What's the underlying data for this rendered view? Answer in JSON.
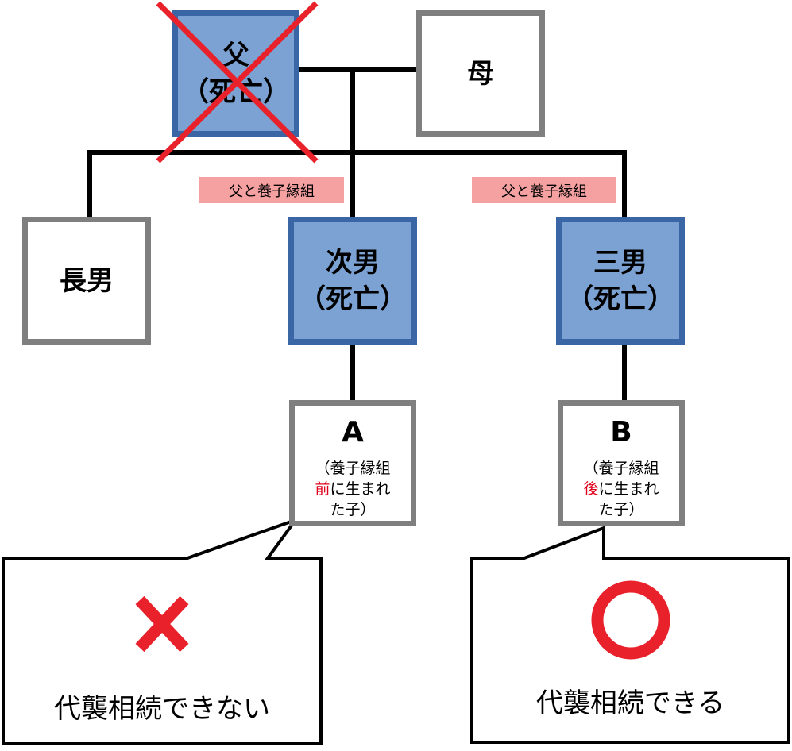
{
  "father": {
    "line1": "父",
    "line2": "（死亡）"
  },
  "mother": {
    "label": "母"
  },
  "eldest": {
    "label": "長男"
  },
  "second": {
    "line1": "次男",
    "line2": "（死亡）"
  },
  "third": {
    "line1": "三男",
    "line2": "（死亡）"
  },
  "adoption_tag_left": "父と養子縁組",
  "adoption_tag_right": "父と養子縁組",
  "child_a": {
    "letter": "A",
    "line1": "（養子縁組",
    "emph": "前",
    "line2_rest": "に生まれ",
    "line3": "た子）"
  },
  "child_b": {
    "letter": "B",
    "line1": "（養子縁組",
    "emph": "後",
    "line2_rest": "に生まれ",
    "line3": "た子）"
  },
  "bubble_left": {
    "mark": "cross",
    "text": "代襲相続できない"
  },
  "bubble_right": {
    "mark": "circle",
    "text": "代襲相続できる"
  },
  "colors": {
    "deceased_fill": "#7ba2d3",
    "deceased_border": "#3a66a6",
    "alive_border": "#7f7f7f",
    "tag_fill": "#f6a1a1",
    "mark_red": "#e8212b",
    "emphasis_red": "#e0001a"
  }
}
